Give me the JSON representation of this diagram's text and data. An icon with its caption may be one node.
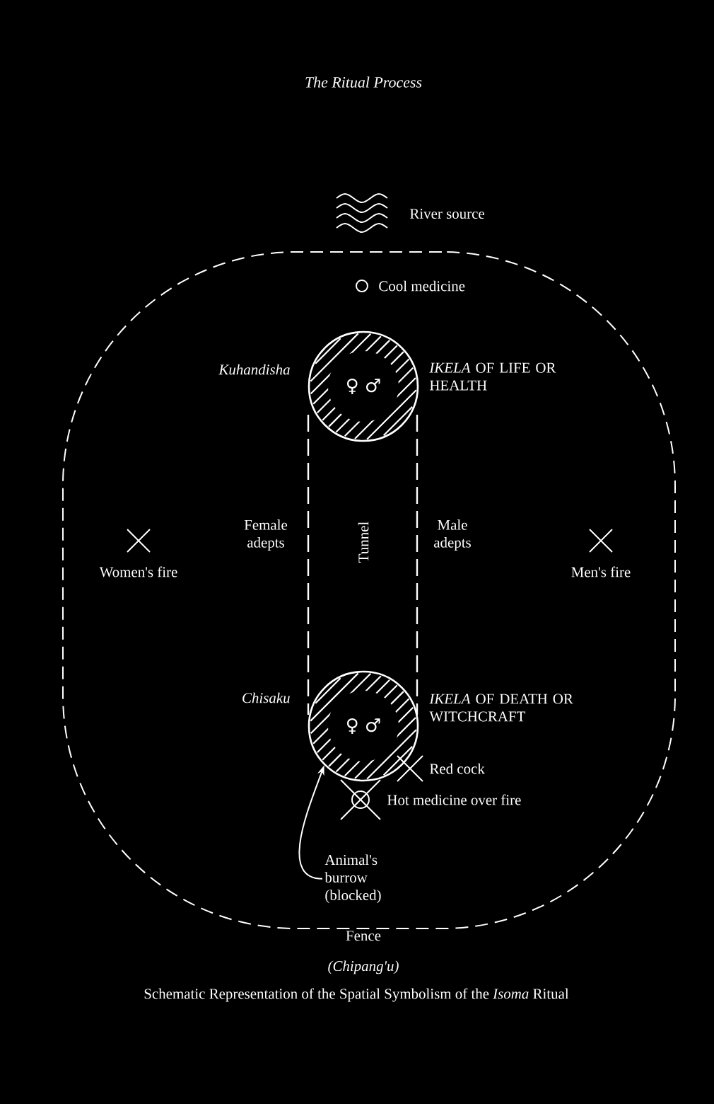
{
  "diagram": {
    "title": "The Ritual Process",
    "caption": "Schematic Representation of the Spatial Symbolism of the *Isoma* Ritual",
    "nodes": [
      {
        "text": [
          "Fence",
          "(Chipang'u)"
        ]
      },
      {
        "text": [
          "Tunnel"
        ],
        "in": 0
      },
      {
        "text": [
          "♀ ♂"
        ],
        "beside": [
          "Kuhandisha",
          "*IKELA* OF LIFE OR HEALTH"
        ],
        "in": 0
      },
      {
        "text": [
          "♀ ♂"
        ],
        "beside": [
          "Chisaku",
          "*IKELA* OF DEATH OR WITCHCRAFT"
        ],
        "in": 0
      },
      {
        "text": [
          "Animal's burrow (blocked)"
        ],
        "in": 0
      }
    ],
    "edges": [
      {
        "from": 4,
        "to": 3,
        "arrow": "to"
      }
    ],
    "labels": [
      "River source",
      "Cool medicine",
      "Female adepts",
      "Male adepts",
      "Women's fire",
      "Men's fire",
      "Red cock",
      "Hot medicine over fire"
    ]
  }
}
